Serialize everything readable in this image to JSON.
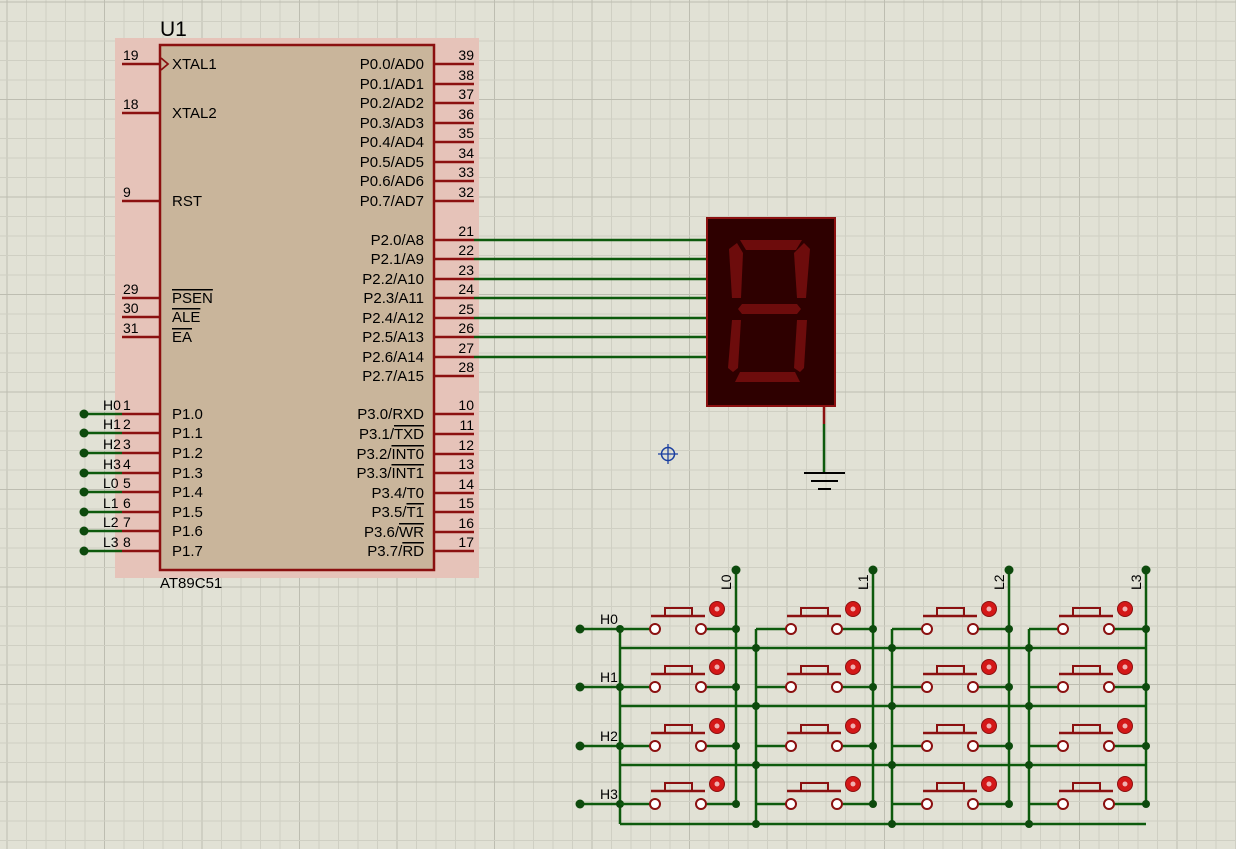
{
  "chip": {
    "ref": "U1",
    "part": "AT89C51",
    "left_pins": [
      {
        "num": "19",
        "name": "XTAL1",
        "clock": true
      },
      {
        "num": "18",
        "name": "XTAL2"
      },
      {
        "num": "9",
        "name": "RST"
      },
      {
        "num": "29",
        "name": "PSEN",
        "overline": true
      },
      {
        "num": "30",
        "name": "ALE",
        "overline": true
      },
      {
        "num": "31",
        "name": "EA",
        "overline": true
      },
      {
        "num": "1",
        "name": "P1.0",
        "net": "H0"
      },
      {
        "num": "2",
        "name": "P1.1",
        "net": "H1"
      },
      {
        "num": "3",
        "name": "P1.2",
        "net": "H2"
      },
      {
        "num": "4",
        "name": "P1.3",
        "net": "H3"
      },
      {
        "num": "5",
        "name": "P1.4",
        "net": "L0"
      },
      {
        "num": "6",
        "name": "P1.5",
        "net": "L1"
      },
      {
        "num": "7",
        "name": "P1.6",
        "net": "L2"
      },
      {
        "num": "8",
        "name": "P1.7",
        "net": "L3"
      }
    ],
    "right_pins": [
      {
        "num": "39",
        "name": "P0.0/AD0"
      },
      {
        "num": "38",
        "name": "P0.1/AD1"
      },
      {
        "num": "37",
        "name": "P0.2/AD2"
      },
      {
        "num": "36",
        "name": "P0.3/AD3"
      },
      {
        "num": "35",
        "name": "P0.4/AD4"
      },
      {
        "num": "34",
        "name": "P0.5/AD5"
      },
      {
        "num": "33",
        "name": "P0.6/AD6"
      },
      {
        "num": "32",
        "name": "P0.7/AD7"
      },
      {
        "num": "21",
        "name": "P2.0/A8"
      },
      {
        "num": "22",
        "name": "P2.1/A9"
      },
      {
        "num": "23",
        "name": "P2.2/A10"
      },
      {
        "num": "24",
        "name": "P2.3/A11"
      },
      {
        "num": "25",
        "name": "P2.4/A12"
      },
      {
        "num": "26",
        "name": "P2.5/A13"
      },
      {
        "num": "27",
        "name": "P2.6/A14"
      },
      {
        "num": "28",
        "name": "P2.7/A15"
      },
      {
        "num": "10",
        "name": "P3.0/RXD"
      },
      {
        "num": "11",
        "name": "P3.1/",
        "over": "TXD"
      },
      {
        "num": "12",
        "name": "P3.2/",
        "over": "INT0"
      },
      {
        "num": "13",
        "name": "P3.3/",
        "over": "INT1"
      },
      {
        "num": "14",
        "name": "P3.4/T0"
      },
      {
        "num": "15",
        "name": "P3.5/",
        "over": "T1"
      },
      {
        "num": "16",
        "name": "P3.6/",
        "over": "WR"
      },
      {
        "num": "17",
        "name": "P3.7/",
        "over": "RD"
      }
    ]
  },
  "keypad": {
    "row_labels": [
      "H0",
      "H1",
      "H2",
      "H3"
    ],
    "col_labels": [
      "L0",
      "L1",
      "L2",
      "L3"
    ]
  },
  "colors": {
    "background": "#e1e1d5",
    "grid_minor": "#cfcfc3",
    "grid_major": "#bdbdb1",
    "chip_body": "#c9b59b",
    "chip_border": "#8b1010",
    "chip_highlight": "#e6c3b9",
    "pin": "#8b1010",
    "wire": "#0d5a0d",
    "junction": "#0d4a0d",
    "display_bg": "#2e0000",
    "segment": "#6d0c0c",
    "button_red": "#d41818"
  }
}
